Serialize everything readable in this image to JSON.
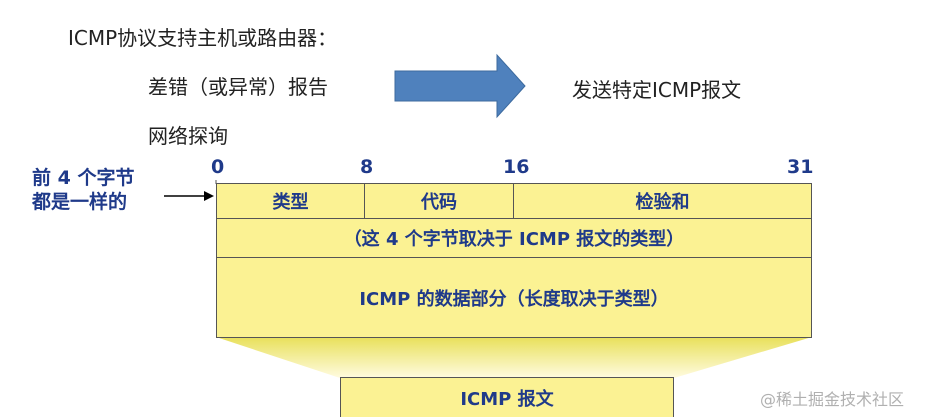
{
  "intro": {
    "heading": "ICMP协议支持主机或路由器：",
    "item_error": "差错（或异常）报告",
    "item_probe": "网络探询",
    "result": "发送特定ICMP报文"
  },
  "diagram": {
    "bit_positions": [
      "0",
      "8",
      "16",
      "31"
    ],
    "side_label_line1": "前 4 个字节",
    "side_label_line2": "都是一样的",
    "fields": {
      "type": "类型",
      "code": "代码",
      "checksum": "检验和",
      "rest_of_header": "（这 4 个字节取决于 ICMP 报文的类型）",
      "data": "ICMP 的数据部分（长度取决于类型）"
    },
    "message_label": "ICMP 报文"
  },
  "colors": {
    "field_fill": "#fbf293",
    "label_blue": "#1f3a8a",
    "arrow_fill": "#4f81bd",
    "funnel_gradient_top": "#e8e05a",
    "funnel_gradient_bottom": "#fffbe0"
  },
  "watermark": "@稀土掘金技术社区"
}
